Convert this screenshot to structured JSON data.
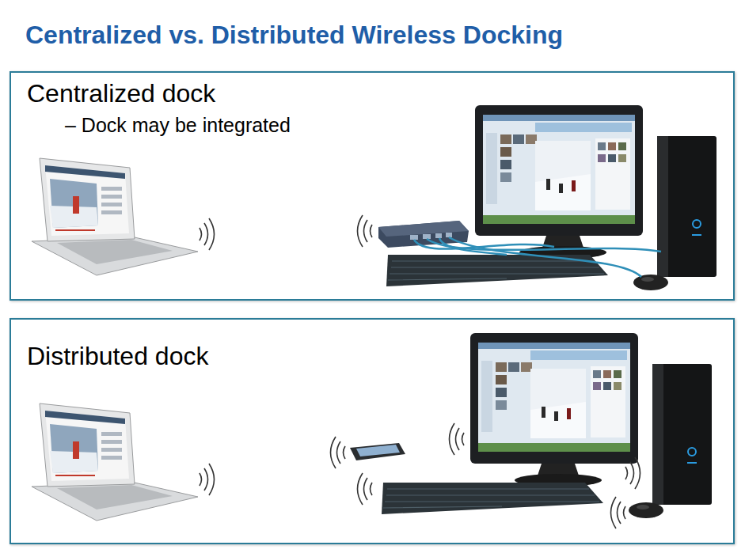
{
  "diagram": {
    "title": "Centralized vs. Distributed Wireless Docking",
    "nodes": [
      {
        "text": [
          "Centralized dock",
          "– Dock may be integrated"
        ]
      },
      {
        "text": [
          "Distributed dock"
        ]
      }
    ]
  }
}
